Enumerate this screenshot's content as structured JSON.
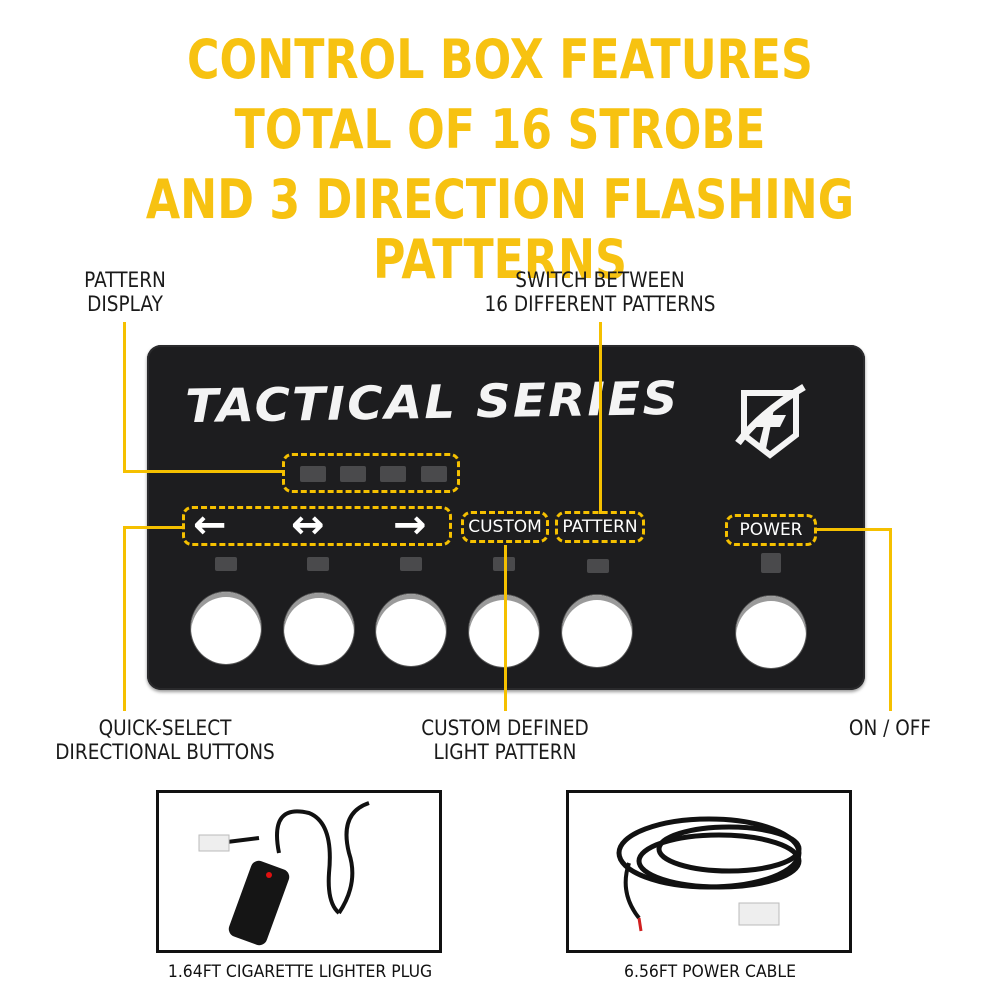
{
  "headline": {
    "line1": "CONTROL BOX FEATURES",
    "line2": "TOTAL OF 16 STROBE",
    "line3": "AND 3 DIRECTION FLASHING PATTERNS",
    "color": "#f7c211"
  },
  "callouts": {
    "pattern_display": {
      "line1": "PATTERN",
      "line2": "DISPLAY"
    },
    "switch_patterns": {
      "line1": "SWITCH BETWEEN",
      "line2": "16 DIFFERENT PATTERNS"
    },
    "quick_select": {
      "line1": "QUICK-SELECT",
      "line2": "DIRECTIONAL BUTTONS"
    },
    "custom_defined": {
      "line1": "CUSTOM DEFINED",
      "line2": "LIGHT PATTERN"
    },
    "on_off": {
      "line1": "ON / OFF"
    }
  },
  "control_box": {
    "brand": "TACTICAL SERIES",
    "logo": "fx-shield-logo",
    "pattern_display_leds": 4,
    "direction_arrows": {
      "left": "←",
      "both": "↔",
      "right": "→"
    },
    "labels": {
      "custom": "CUSTOM",
      "pattern": "PATTERN",
      "power": "POWER"
    },
    "buttons": [
      "left",
      "both",
      "right",
      "custom",
      "pattern",
      "power"
    ],
    "accent_color": "#f5c000",
    "body_color": "#1d1d1f"
  },
  "accessories": [
    {
      "caption": "1.64FT CIGARETTE LIGHTER PLUG",
      "image": "cigarette-lighter-plug-photo"
    },
    {
      "caption": "6.56FT POWER CABLE",
      "image": "power-cable-photo"
    }
  ]
}
